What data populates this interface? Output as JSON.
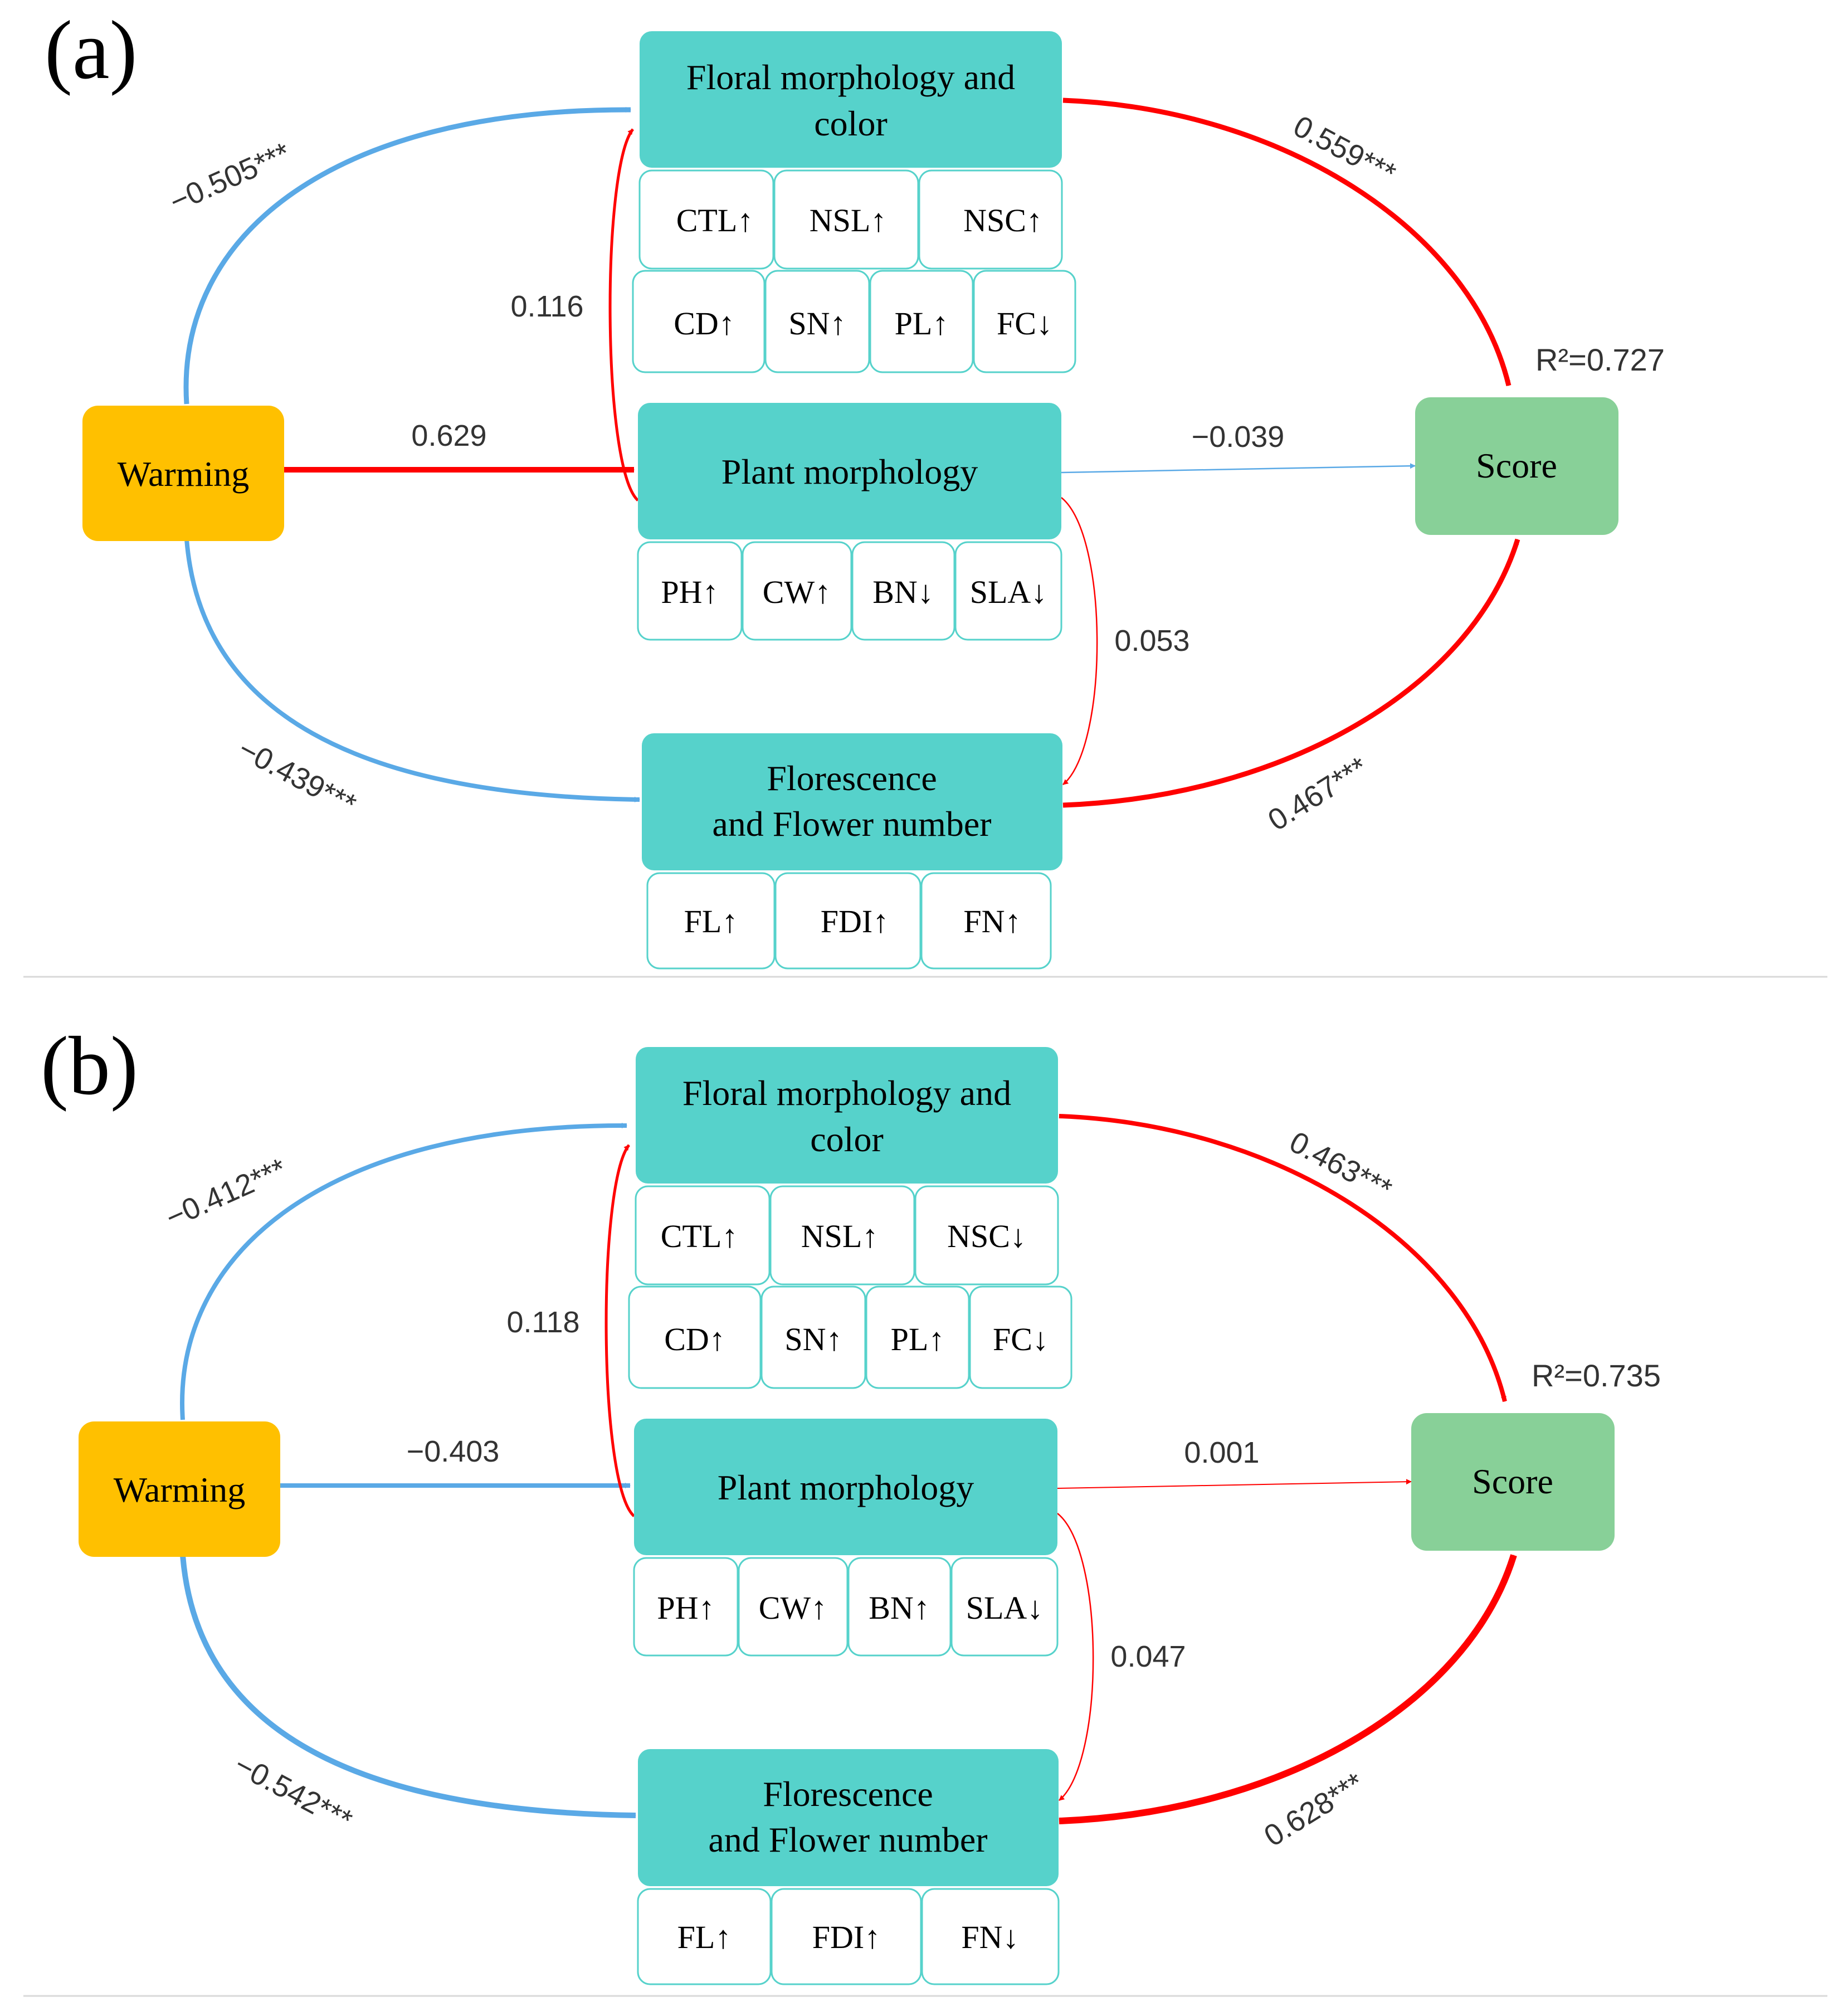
{
  "colors": {
    "warming": "#FFC000",
    "construct": "#56D2CB",
    "score": "#88D098",
    "trait_border": "#56D2CB",
    "positive": "#FF0000",
    "negative": "#5AA9E6",
    "divider": "#D9D9D9"
  },
  "panels": [
    {
      "label": "(a)",
      "warming": "Warming",
      "score": "Score",
      "r2": "R²=0.727",
      "floral": {
        "title_line1": "Floral morphology and",
        "title_line2": "color",
        "traits_row1": [
          "CTL↑",
          "NSL↑",
          "NSC↑"
        ],
        "traits_row2": [
          "CD↑",
          "SN↑",
          "PL↑",
          "FC↓"
        ]
      },
      "plant": {
        "title": "Plant morphology",
        "traits": [
          "PH↑",
          "CW↑",
          "BN↓",
          "SLA↓"
        ]
      },
      "flower": {
        "title_line1": "Florescence",
        "title_line2": "and Flower number",
        "traits": [
          "FL↑",
          "FDI↑",
          "FN↑"
        ]
      },
      "coefficients": {
        "warming_floral": "−0.505***",
        "warming_plant": "0.629",
        "warming_flower": "−0.439***",
        "plant_floral": "0.116",
        "plant_flower": "0.053",
        "plant_score": "−0.039",
        "floral_score": "0.559***",
        "flower_score": "0.467***"
      }
    },
    {
      "label": "(b)",
      "warming": "Warming",
      "score": "Score",
      "r2": "R²=0.735",
      "floral": {
        "title_line1": "Floral morphology and",
        "title_line2": "color",
        "traits_row1": [
          "CTL↑",
          "NSL↑",
          "NSC↓"
        ],
        "traits_row2": [
          "CD↑",
          "SN↑",
          "PL↑",
          "FC↓"
        ]
      },
      "plant": {
        "title": "Plant morphology",
        "traits": [
          "PH↑",
          "CW↑",
          "BN↑",
          "SLA↓"
        ]
      },
      "flower": {
        "title_line1": "Florescence",
        "title_line2": "and Flower number",
        "traits": [
          "FL↑",
          "FDI↑",
          "FN↓"
        ]
      },
      "coefficients": {
        "warming_floral": "−0.412***",
        "warming_plant": "−0.403",
        "warming_flower": "−0.542***",
        "plant_floral": "0.118",
        "plant_flower": "0.047",
        "plant_score": "0.001",
        "floral_score": "0.463***",
        "flower_score": "0.628***"
      }
    }
  ]
}
